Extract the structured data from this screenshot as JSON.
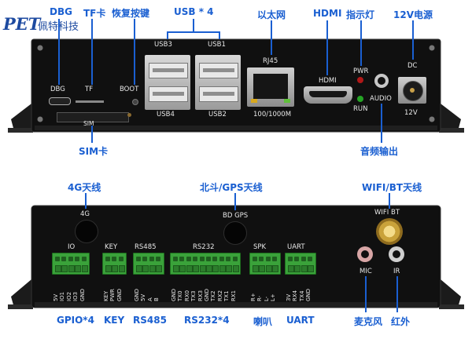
{
  "logo": {
    "mark": "PET",
    "company": "佩特科技"
  },
  "front": {
    "callouts": {
      "dbg": "DBG",
      "tf": "TF卡",
      "reset": "恢复按键",
      "usb": "USB * 4",
      "ethernet": "以太网",
      "hdmi": "HDMI",
      "led": "指示灯",
      "power": "12V电源",
      "sim": "SIM卡",
      "audio": "音频输出"
    },
    "labels": {
      "usb3": "USB3",
      "usb1": "USB1",
      "usb4": "USB4",
      "usb2": "USB2",
      "rj45": "RJ45",
      "speed": "100/1000M",
      "hdmi": "HDMI",
      "pwr": "PWR",
      "run": "RUN",
      "audio": "AUDIO",
      "dc": "DC",
      "v12": "12V",
      "dbg": "DBG",
      "tf": "TF",
      "boot": "BOOT",
      "sim": "SIM"
    }
  },
  "rear": {
    "callouts": {
      "ant4g": "4G天线",
      "gps": "北斗/GPS天线",
      "wifi": "WIFI/BT天线",
      "gpio": "GPIO*4",
      "key": "KEY",
      "rs485": "RS485",
      "rs232": "RS232*4",
      "spk": "喇叭",
      "uart": "UART",
      "mic": "麦克风",
      "ir": "红外"
    },
    "labels": {
      "ant4g": "4G",
      "gps": "BD GPS",
      "wifi": "WIFI BT",
      "io": "IO",
      "key": "KEY",
      "rs485": "RS485",
      "rs232": "RS232",
      "spk": "SPK",
      "uart": "UART",
      "mic": "MIC",
      "ir": "IR"
    },
    "pins": {
      "io": [
        "5V",
        "IO1",
        "IO2",
        "IO3",
        "GND"
      ],
      "key": [
        "KEY",
        "PWR",
        "GND"
      ],
      "rs485": [
        "GND",
        "5V",
        "A",
        "B"
      ],
      "rs232": [
        "GND",
        "TX0",
        "RX0",
        "TX3",
        "RX3",
        "GND",
        "TX2",
        "RX2",
        "TX1",
        "RX1"
      ],
      "spk": [
        "R+",
        "R-",
        "L-",
        "L+"
      ],
      "uart": [
        "3V",
        "RX4",
        "TX4",
        "GND"
      ]
    }
  }
}
